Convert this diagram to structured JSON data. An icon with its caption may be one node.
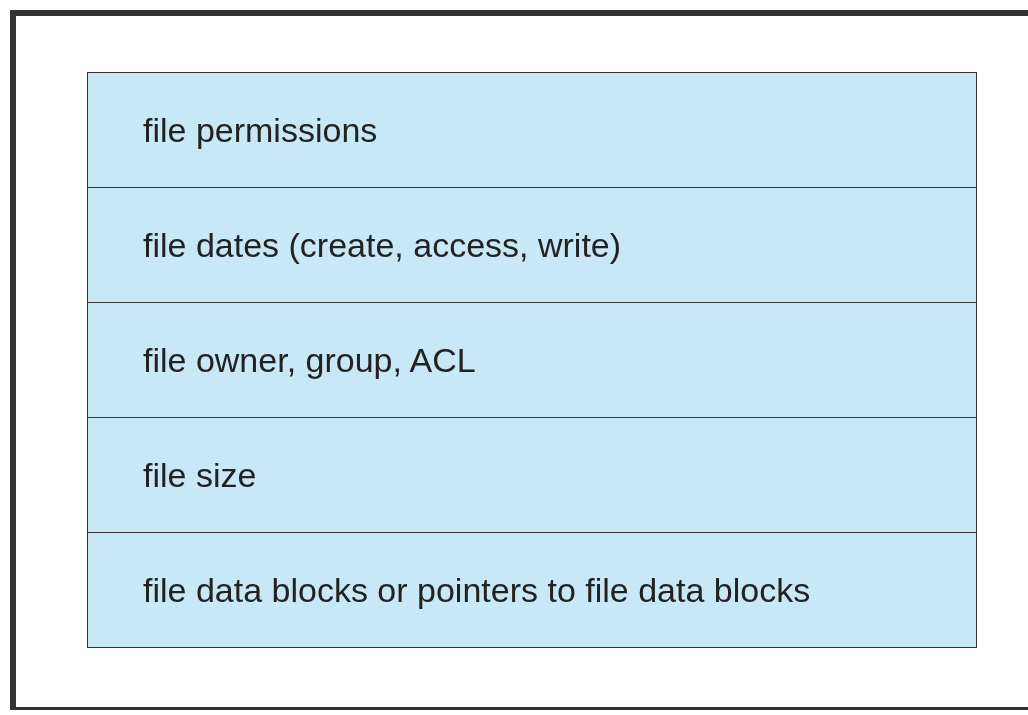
{
  "diagram": {
    "nodes": [
      {
        "text": [
          "file permissions"
        ]
      },
      {
        "text": [
          "file dates (create, access, write)"
        ]
      },
      {
        "text": [
          "file owner, group, ACL"
        ]
      },
      {
        "text": [
          "file size"
        ]
      },
      {
        "text": [
          "file data blocks or pointers to file data blocks"
        ]
      }
    ]
  }
}
